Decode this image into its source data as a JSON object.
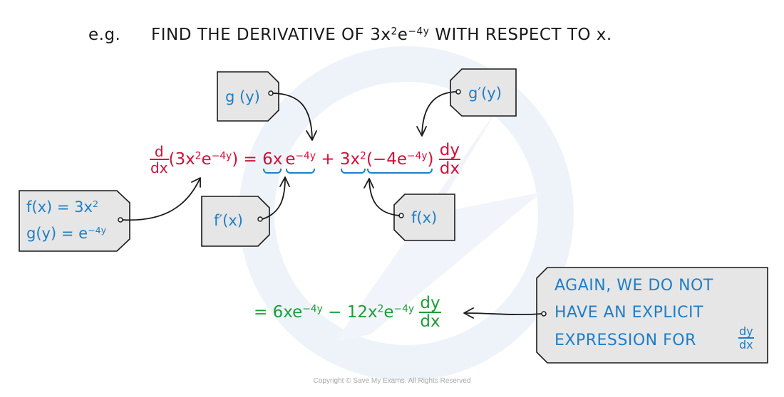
{
  "colors": {
    "title": "#1a1a1a",
    "equation": "#d0103a",
    "labels": "#1e7ec8",
    "result": "#1d9d3a",
    "tag_fill": "#e6e6e6",
    "watermark": "#eef3fa"
  },
  "title": {
    "prefix": "e.g.",
    "question_start": "FIND THE DERIVATIVE OF 3x",
    "sup1": "2",
    "mid": "e",
    "sup2": "−4y",
    "question_end": " WITH RESPECT TO x."
  },
  "equation": {
    "d": "d",
    "dx": "dx",
    "lhs_open": "(3x",
    "lhs_sup1": "2",
    "lhs_e": "e",
    "lhs_sup2": "−4y",
    "lhs_close": ")",
    "equals": " = ",
    "term_6x": "6x",
    "term_e": "e",
    "term_e_sup": "−4y",
    "plus": " + ",
    "term_3x": "3x",
    "term_3x_sup": "2",
    "term_bracket_open": "(−4e",
    "term_bracket_sup": "−4y",
    "term_bracket_close": ")",
    "dy": "dy",
    "dx2": "dx"
  },
  "result": {
    "equals": "= 6xe",
    "sup1": "−4y",
    "minus": " − 12x",
    "sup2": "2",
    "e": "e",
    "sup3": "−4y",
    "dy": "dy",
    "dx": "dx"
  },
  "tags": {
    "g_y": {
      "label": "g (y)"
    },
    "g_prime_y": {
      "label": "g′(y)"
    },
    "f_prime_x": {
      "label": "f′(x)"
    },
    "f_x": {
      "label": "f(x)"
    },
    "definitions": {
      "line1_start": "f(x) = 3x",
      "line1_sup": "2",
      "line2_start": "g(y) = e",
      "line2_sup": "−4y"
    },
    "note": {
      "line1": "AGAIN, WE  DO  NOT",
      "line2": "HAVE  AN  EXPLICIT",
      "line3": "EXPRESSION   FOR",
      "dy": "dy",
      "dx": "dx"
    }
  },
  "copyright": "Copyright © Save My Exams. All Rights Reserved"
}
